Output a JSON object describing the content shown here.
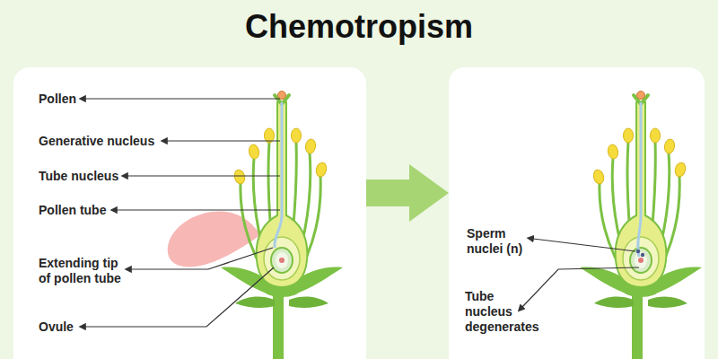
{
  "diagram": {
    "title": "Chemotropism",
    "nodes": [
      {
        "text": [
          "Pollen",
          "Generative nucleus",
          "Tube nucleus",
          "Pollen tube",
          "Extending tip of pollen tube",
          "Ovule"
        ]
      },
      {
        "text": [
          "Sperm nuclei (n)",
          "Tube nucleus degenerates"
        ]
      }
    ],
    "edges": [
      {
        "from": 0,
        "to": 1,
        "arrow": "to"
      }
    ]
  }
}
